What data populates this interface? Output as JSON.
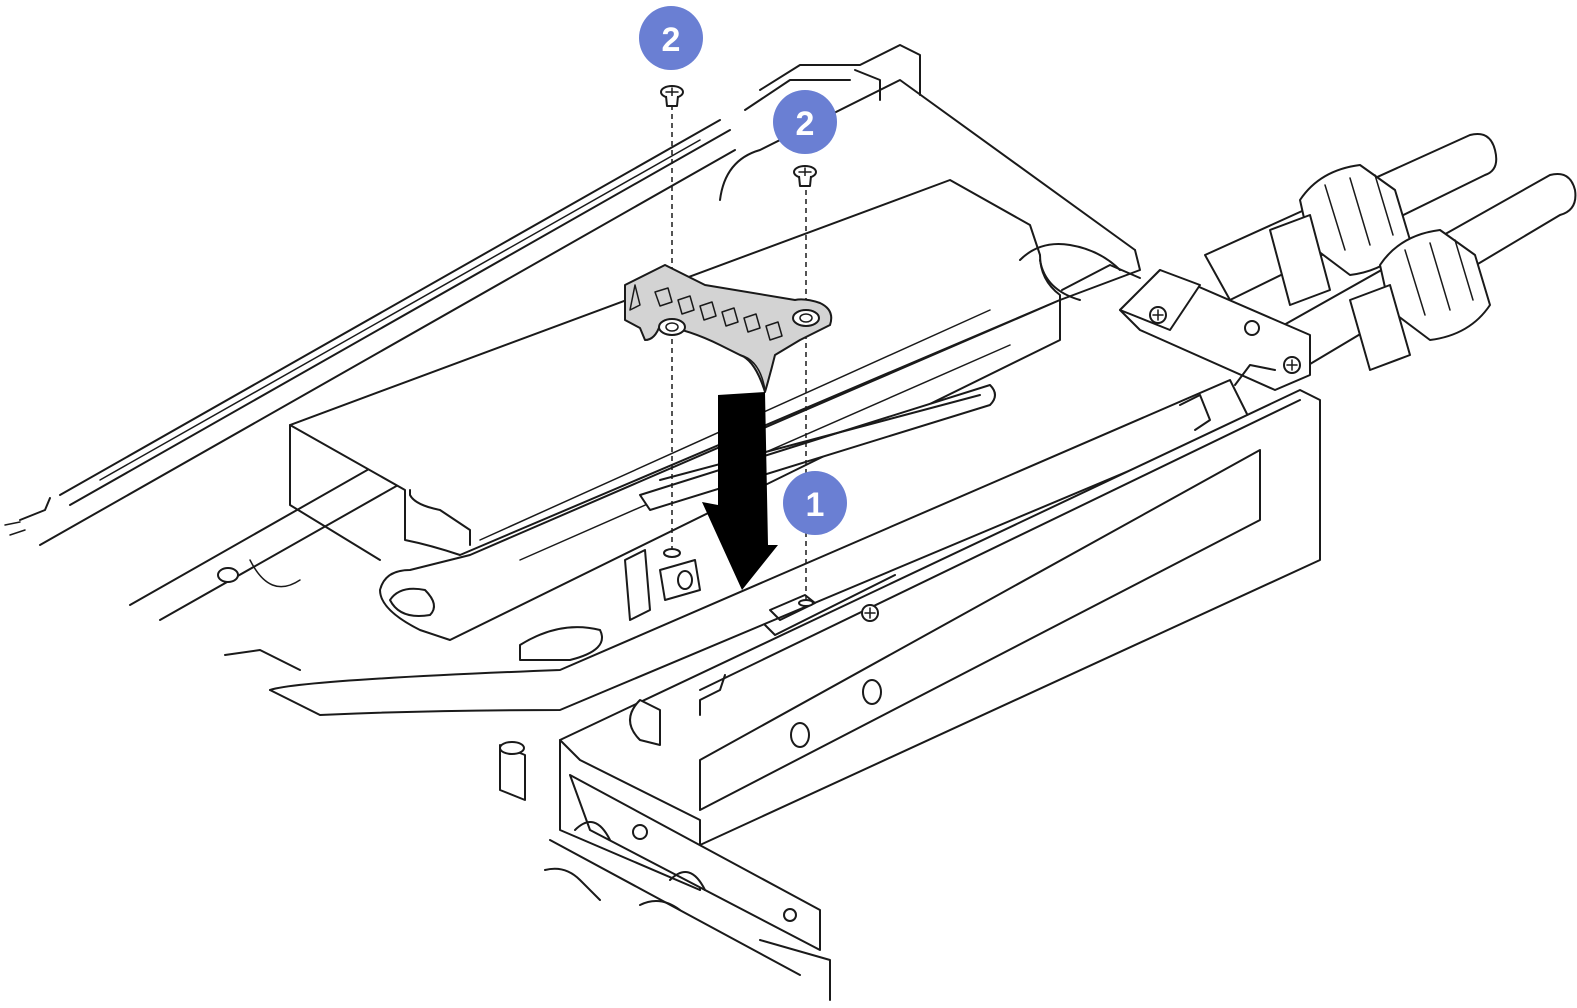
{
  "colors": {
    "callout_fill": "#6a7fd3",
    "bracket_fill": "#d3d3d3",
    "arrow_fill": "#000000",
    "line": "#1a1a1a"
  },
  "callouts": [
    {
      "id": "step-1",
      "label": "1"
    },
    {
      "id": "step-2-left",
      "label": "2"
    },
    {
      "id": "step-2-right",
      "label": "2"
    }
  ],
  "icons": [
    "screw-icon",
    "down-arrow-icon",
    "bracket-icon"
  ]
}
